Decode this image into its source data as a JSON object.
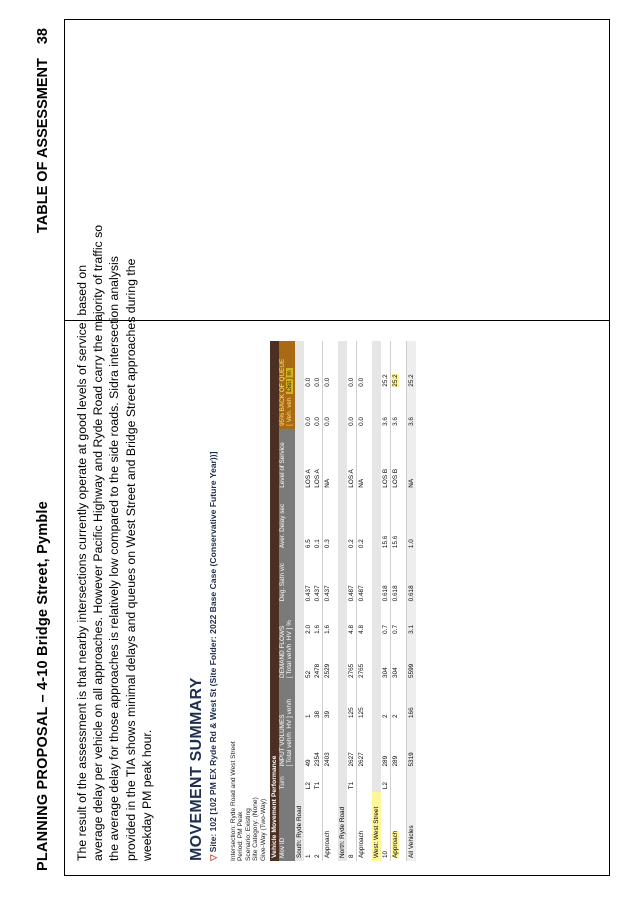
{
  "header": {
    "left_title": "PLANNING PROPOSAL – 4-10 Bridge Street, Pymble",
    "right_title": "TABLE OF ASSESSMENT",
    "page_number": "38"
  },
  "paragraph": "The result of the assessment is that nearby intersections currently operate at good levels of service, based on average delay per vehicle on all approaches. However Pacific Highway and Ryde Road carry the majority of traffic so the average delay for those approaches is relatively low compared to the side roads. Sidra intersection analysis provided in the TIA shows minimal delays and queues on West Street and Bridge Street approaches during the weekday PM peak hour.",
  "movement_summary": {
    "title": "MOVEMENT SUMMARY",
    "site_marker": "▽",
    "site_line": "Site: 102 [102 PM EX Ryde Rd & West St (Site Folder: 2022 Base Case (Conservative Future Year))]",
    "meta": [
      "Intersection: Ryde Road and West Street",
      "Period: PM Peak",
      "Scenario: Existing",
      "Site Category: (None)",
      "Give-Way (Two-Way)"
    ]
  },
  "table": {
    "caption": "Vehicle Movement Performance",
    "headers": {
      "mov_id": "Mov ID",
      "turn": "Turn",
      "input_volumes": "INPUT VOLUMES",
      "input_total": "[ Total veh/h",
      "input_hv": "HV ] veh/h",
      "demand_flows": "DEMAND FLOWS",
      "demand_total": "[ Total veh/h",
      "demand_hv": "HV ] %",
      "deg_satn": "Deg. Satn v/c",
      "aver_delay": "Aver. Delay sec",
      "level_of_service": "Level of Service",
      "back_of_queue": "95% BACK OF QUEUE",
      "queue_veh": "[ Veh. veh",
      "queue_dist": "Dist ] m"
    },
    "sections": [
      {
        "name": "South: Ryde Road",
        "highlight": false,
        "rows": [
          {
            "mov": "1",
            "turn": "L2",
            "in_total": "49",
            "in_hv": "1",
            "dem_total": "52",
            "dem_hv": "2.0",
            "deg": "0.437",
            "delay": "6.5",
            "los": "LOS A",
            "q_veh": "0.0",
            "q_dist": "0.0"
          },
          {
            "mov": "2",
            "turn": "T1",
            "in_total": "2354",
            "in_hv": "38",
            "dem_total": "2478",
            "dem_hv": "1.6",
            "deg": "0.437",
            "delay": "0.1",
            "los": "LOS A",
            "q_veh": "0.0",
            "q_dist": "0.0"
          }
        ],
        "approach": {
          "label": "Approach",
          "in_total": "2403",
          "in_hv": "39",
          "dem_total": "2529",
          "dem_hv": "1.6",
          "deg": "0.437",
          "delay": "0.3",
          "los": "NA",
          "q_veh": "0.0",
          "q_dist": "0.0"
        }
      },
      {
        "name": "North: Ryde Road",
        "highlight": false,
        "rows": [
          {
            "mov": "8",
            "turn": "T1",
            "in_total": "2627",
            "in_hv": "125",
            "dem_total": "2765",
            "dem_hv": "4.8",
            "deg": "0.487",
            "delay": "0.2",
            "los": "LOS A",
            "q_veh": "0.0",
            "q_dist": "0.0"
          }
        ],
        "approach": {
          "label": "Approach",
          "in_total": "2627",
          "in_hv": "125",
          "dem_total": "2765",
          "dem_hv": "4.8",
          "deg": "0.487",
          "delay": "0.2",
          "los": "NA",
          "q_veh": "0.0",
          "q_dist": "0.0"
        }
      },
      {
        "name": "West: West Street",
        "highlight": true,
        "rows": [
          {
            "mov": "10",
            "turn": "L2",
            "in_total": "289",
            "in_hv": "2",
            "dem_total": "304",
            "dem_hv": "0.7",
            "deg": "0.618",
            "delay": "15.6",
            "los": "LOS B",
            "q_veh": "3.6",
            "q_dist": "25.2"
          }
        ],
        "approach": {
          "label": "Approach",
          "in_total": "289",
          "in_hv": "2",
          "dem_total": "304",
          "dem_hv": "0.7",
          "deg": "0.618",
          "delay": "15.6",
          "los": "LOS B",
          "q_veh": "3.6",
          "q_dist": "25.2"
        }
      }
    ],
    "all_vehicles": {
      "label": "All Vehicles",
      "in_total": "5319",
      "in_hv": "166",
      "dem_total": "5599",
      "dem_hv": "3.1",
      "deg": "0.618",
      "delay": "1.0",
      "los": "NA",
      "q_veh": "3.6",
      "q_dist": "25.2"
    }
  }
}
